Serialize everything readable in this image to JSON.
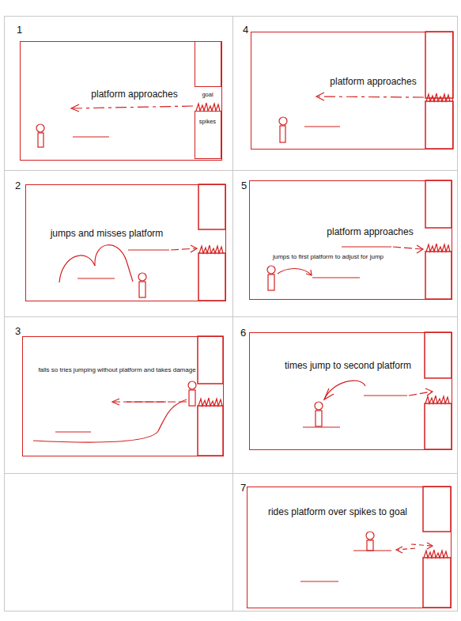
{
  "diagram": {
    "nodes": [
      {
        "text": [
          "1"
        ]
      },
      {
        "text": [
          "platform approaches"
        ],
        "in": 0
      },
      {
        "text": [
          "goal"
        ],
        "in": 1
      },
      {
        "text": [
          "spikes"
        ],
        "in": 1
      },
      {
        "text": [
          "2"
        ]
      },
      {
        "text": [
          "jumps and misses platform"
        ],
        "in": 4
      },
      {
        "text": [
          "3"
        ]
      },
      {
        "text": [
          "falls so tries jumping without platform and takes damage"
        ],
        "in": 6
      },
      {
        "text": [
          "4"
        ]
      },
      {
        "text": [
          "platform approaches"
        ],
        "in": 8
      },
      {
        "text": [
          "5"
        ]
      },
      {
        "text": [
          "platform approaches",
          "jumps to first platform to adjust for jump"
        ],
        "in": 10
      },
      {
        "text": [
          "6"
        ]
      },
      {
        "text": [
          "times jump to second platform"
        ],
        "in": 12
      },
      {
        "text": [
          "7"
        ]
      },
      {
        "text": [
          "rides platform over spikes to goal"
        ],
        "in": 14
      }
    ],
    "edges": []
  }
}
